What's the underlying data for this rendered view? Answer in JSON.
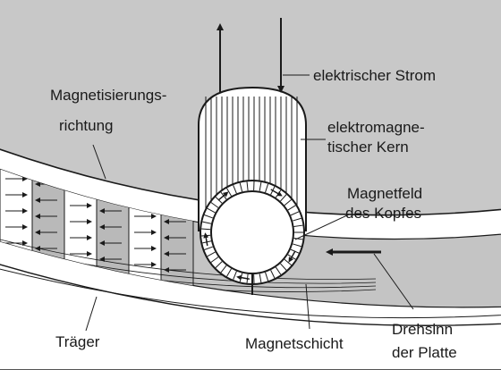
{
  "labels": {
    "current": "elektrischer Strom",
    "core_line1": "elektromagne-",
    "core_line2": "tischer Kern",
    "field_line1": "Magnetfeld",
    "field_line2": "des Kopfes",
    "magnetization_line1": "Magnetisierungs-",
    "magnetization_line2": "richtung",
    "carrier": "Träger",
    "layer": "Magnetschicht",
    "rotation_line1": "Drehsinn",
    "rotation_line2": "der Platte"
  },
  "colors": {
    "background": "#c8c8c8",
    "disk": "#ffffff",
    "magnetic_layer": "#c4c4c4",
    "domain_shaded": "#b9b9b9",
    "outline": "#1a1a1a"
  },
  "domains": [
    {
      "shade": "white",
      "direction": "right"
    },
    {
      "shade": "gray",
      "direction": "left"
    },
    {
      "shade": "white",
      "direction": "right"
    },
    {
      "shade": "gray",
      "direction": "left"
    },
    {
      "shade": "white",
      "direction": "right"
    },
    {
      "shade": "gray",
      "direction": "left"
    }
  ]
}
